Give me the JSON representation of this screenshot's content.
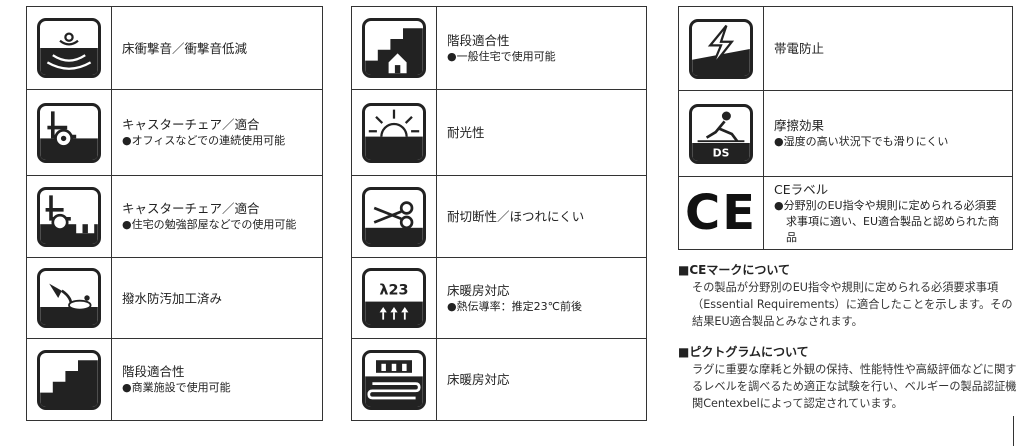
{
  "column1": [
    {
      "icon": "floor-impact-sound-icon",
      "title": "床衝撃音／衝撃音低減",
      "note": ""
    },
    {
      "icon": "caster-chair-icon",
      "title": "キャスターチェア／適合",
      "note": "●オフィスなどでの連続使用可能"
    },
    {
      "icon": "caster-chair-home-icon",
      "title": "キャスターチェア／適合",
      "note": "●住宅の勉強部屋などでの使用可能"
    },
    {
      "icon": "water-repellent-icon",
      "title": "撥水防汚加工済み",
      "note": ""
    },
    {
      "icon": "stairs-icon",
      "title": "階段適合性",
      "note": "●商業施設で使用可能"
    }
  ],
  "column2": [
    {
      "icon": "stairs-home-icon",
      "title": "階段適合性",
      "note": "●一般住宅で使用可能"
    },
    {
      "icon": "sun-light-icon",
      "title": "耐光性",
      "note": ""
    },
    {
      "icon": "scissors-icon",
      "title": "耐切断性／ほつれにくい",
      "note": ""
    },
    {
      "icon": "floor-heating-lambda-icon",
      "icon_text": "λ23",
      "title": "床暖房対応",
      "note": "●熱伝導率：推定23℃前後"
    },
    {
      "icon": "floor-heating-icon",
      "title": "床暖房対応",
      "note": ""
    }
  ],
  "column3": [
    {
      "icon": "antistatic-icon",
      "title": "帯電防止",
      "note": ""
    },
    {
      "icon": "slip-resistance-icon",
      "icon_text": "DS",
      "title": "摩擦効果",
      "note": "●湿度の高い状況下でも滑りにくい"
    },
    {
      "icon": "ce-mark-icon",
      "icon_text": "CE",
      "title": "CEラベル",
      "note": "●分野別のEU指令や規則に定められる必須要求事項に適い、EU適合製品と認められた商品"
    }
  ],
  "info": [
    {
      "heading": "■CEマークについて",
      "body": "その製品が分野別のEU指令や規則に定められる必須要求事項（Essential Requirements）に適合したことを示します。その結果EU適合製品とみなされます。"
    },
    {
      "heading": "■ピクトグラムについて",
      "body": "ラグに重要な摩耗と外観の保持、性能特性や高級評価などに関するレベルを調べるため適正な試験を行い、ベルギーの製品認証機関Centexbelによって認定されています。"
    }
  ],
  "colors": {
    "ink": "#222222",
    "border": "#333333",
    "background": "#ffffff"
  }
}
